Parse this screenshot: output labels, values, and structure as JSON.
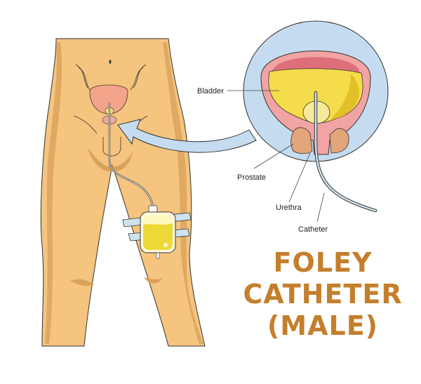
{
  "labels": {
    "bladder": "Bladder",
    "prostate": "Prostate",
    "urethra": "Urethra",
    "catheter": "Catheter"
  },
  "title": {
    "line1": "FOLEY",
    "line2": "CATHETER",
    "line3": "(MALE)"
  },
  "colors": {
    "skin": "#f5c47e",
    "skin_shade": "#d9a25a",
    "bladder_pink": "#f2a3a3",
    "bladder_inner": "#de6f7a",
    "urine": "#f5dc4a",
    "prostate": "#e3a57a",
    "zoom_circle": "#c5dcf0",
    "title": "#c47f2c"
  }
}
